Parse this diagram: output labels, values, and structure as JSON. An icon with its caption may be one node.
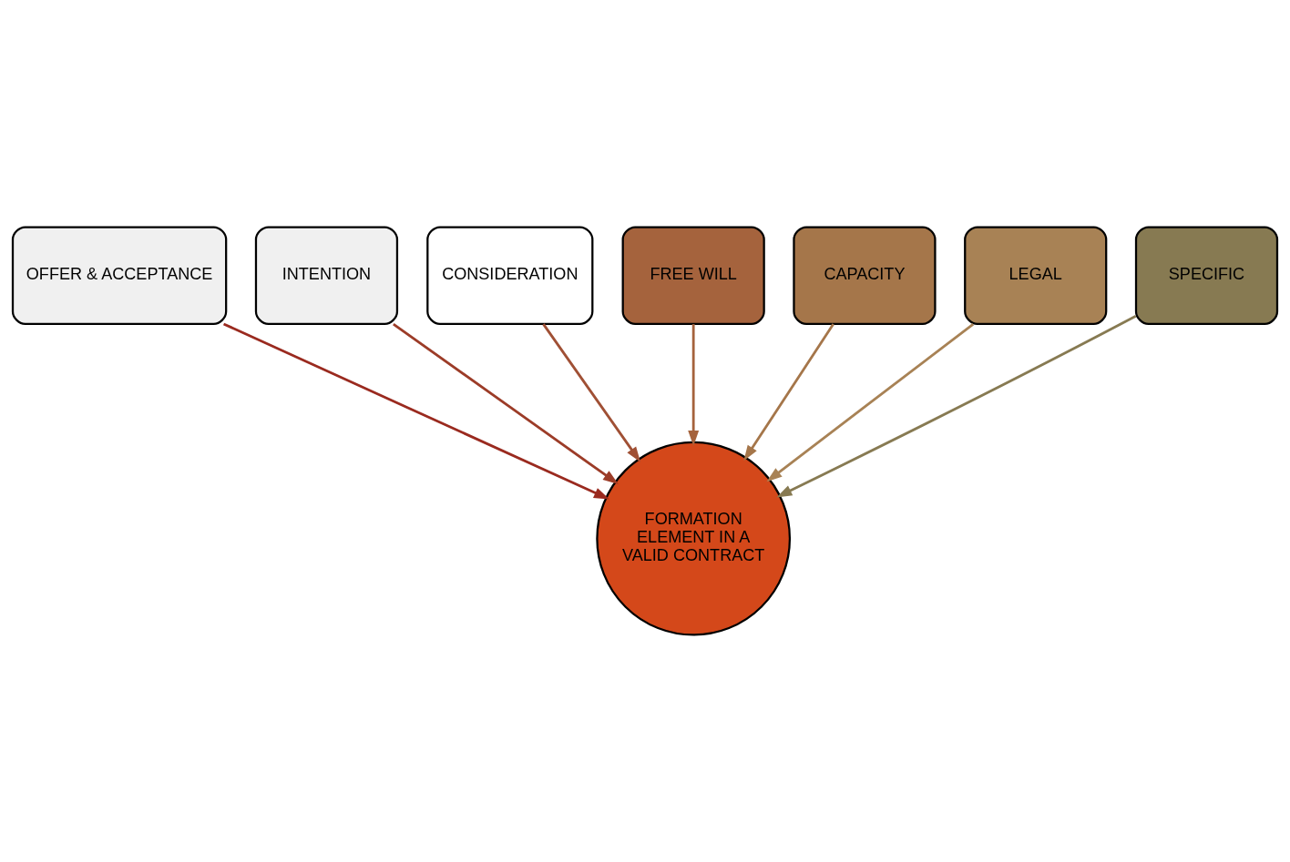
{
  "diagram": {
    "nodes": [
      {
        "text": [
          "OFFER & ACCEPTANCE"
        ]
      },
      {
        "text": [
          "INTENTION"
        ]
      },
      {
        "text": [
          "CONSIDERATION"
        ]
      },
      {
        "text": [
          "FREE WILL"
        ]
      },
      {
        "text": [
          "CAPACITY"
        ]
      },
      {
        "text": [
          "LEGAL"
        ]
      },
      {
        "text": [
          "SPECIFIC"
        ]
      },
      {
        "text": [
          "FORMATION ELEMENT IN A VALID CONTRACT"
        ]
      }
    ],
    "edges": [
      {
        "from": 0,
        "to": 7,
        "arrow": "to",
        "color": "#9a2a1f"
      },
      {
        "from": 1,
        "to": 7,
        "arrow": "to",
        "color": "#9c3c28"
      },
      {
        "from": 2,
        "to": 7,
        "arrow": "to",
        "color": "#a05035"
      },
      {
        "from": 3,
        "to": 7,
        "arrow": "to",
        "color": "#a5633d"
      },
      {
        "from": 4,
        "to": 7,
        "arrow": "to",
        "color": "#a5764a"
      },
      {
        "from": 5,
        "to": 7,
        "arrow": "to",
        "color": "#a88255"
      },
      {
        "from": 6,
        "to": 7,
        "arrow": "to",
        "color": "#877a52"
      }
    ]
  }
}
